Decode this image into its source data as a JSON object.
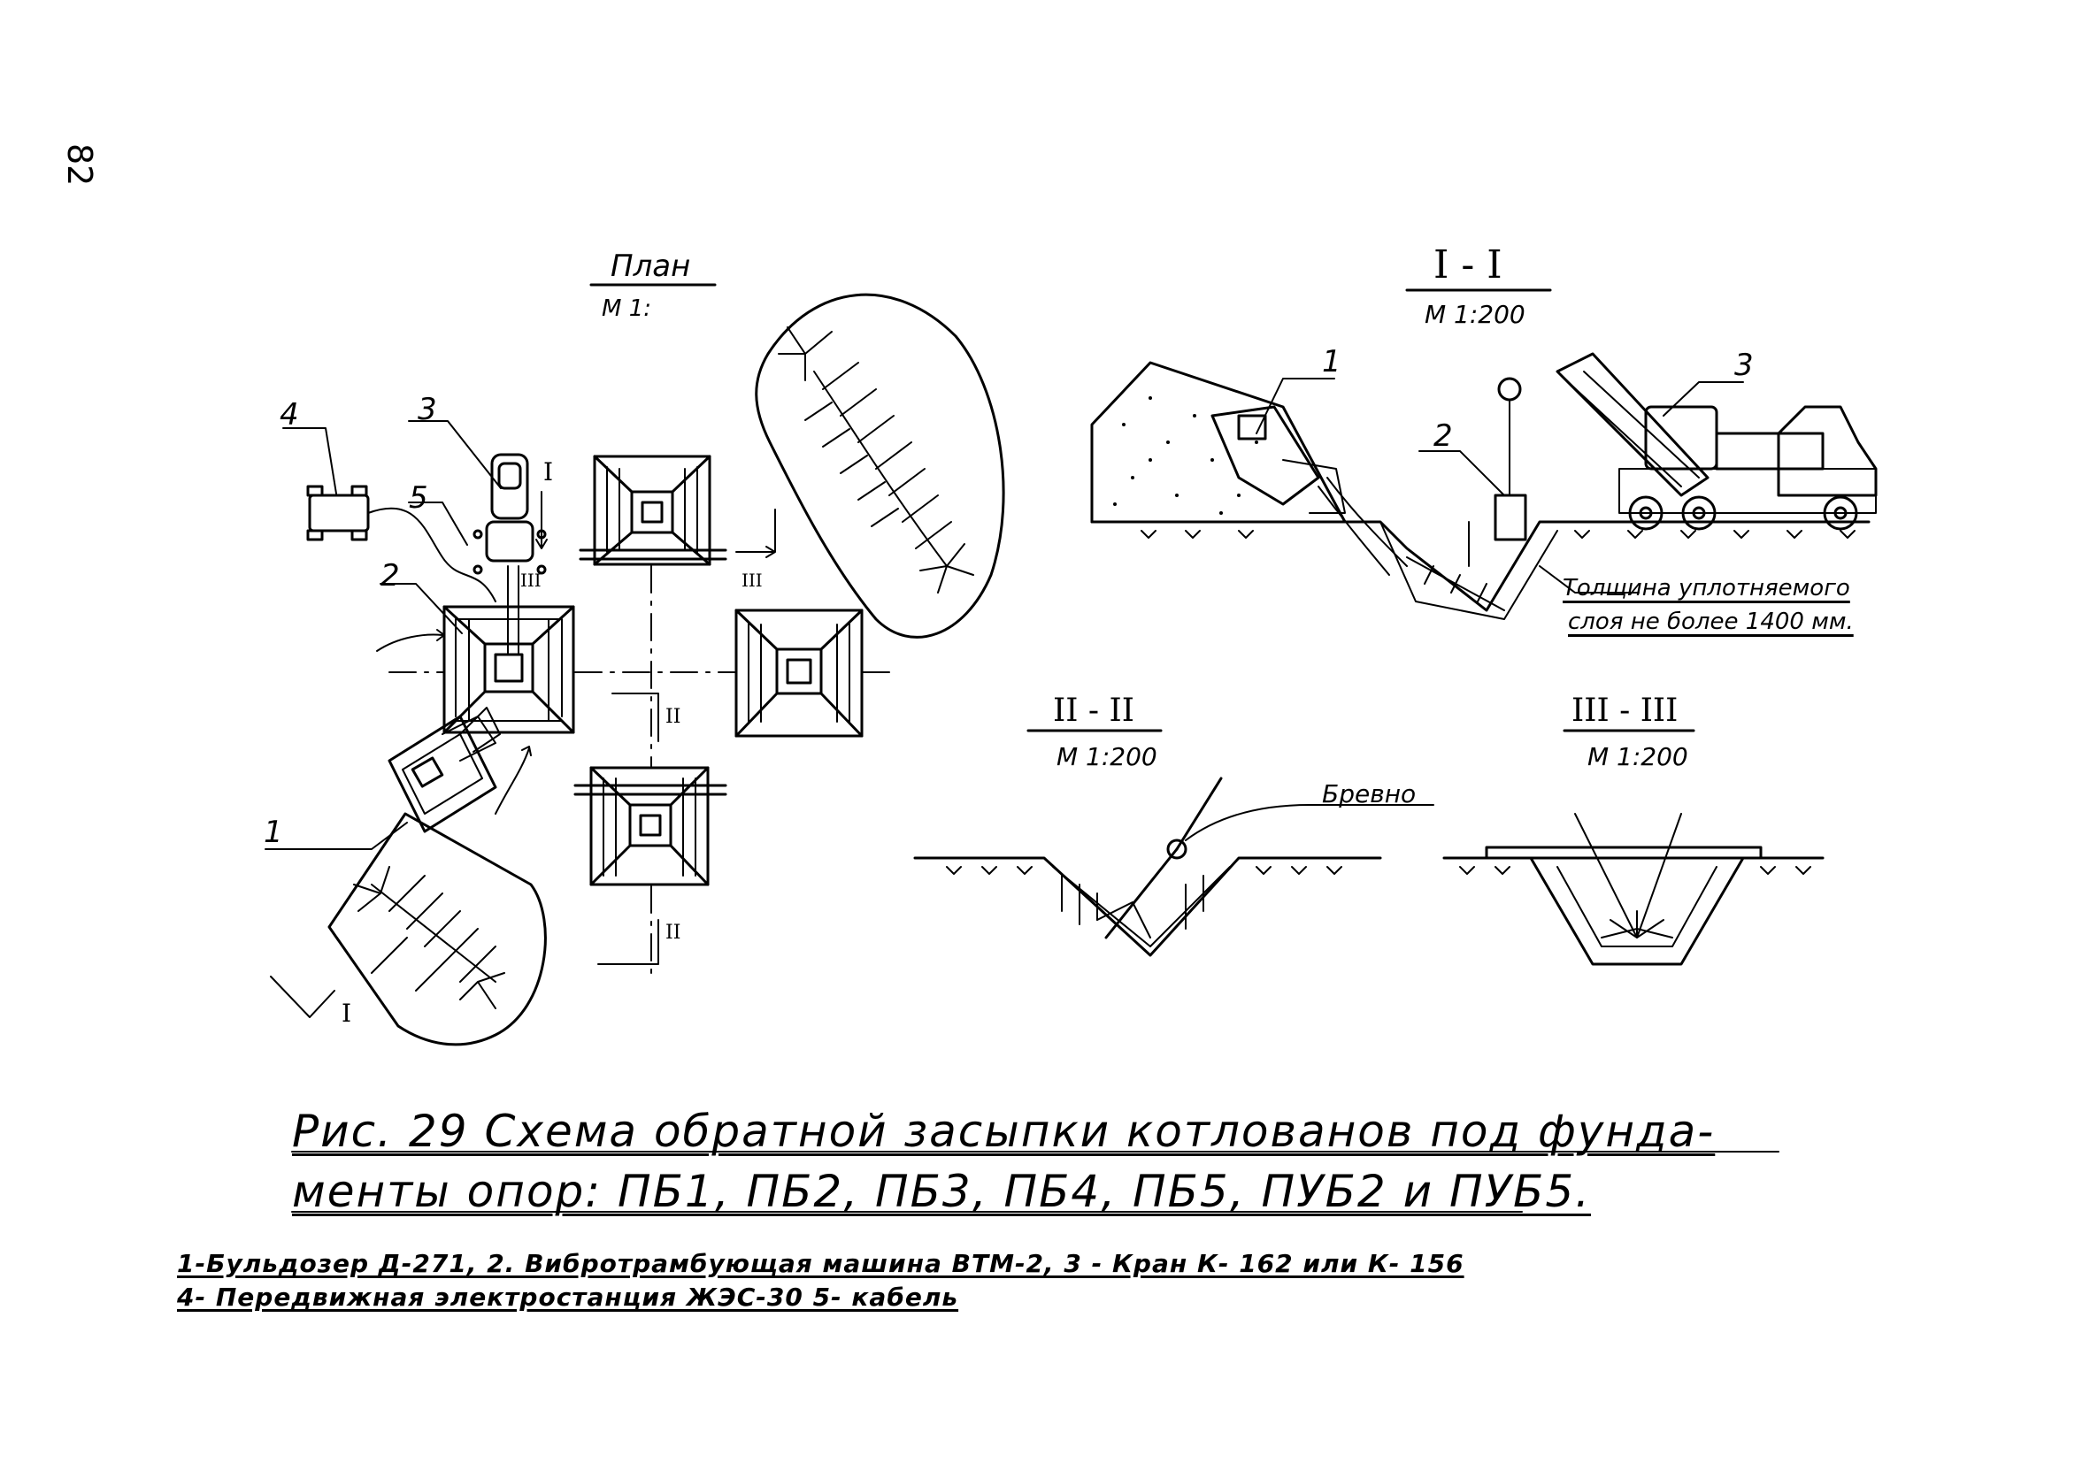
{
  "page_number": "82",
  "plan": {
    "title": "План",
    "scale": "М 1:"
  },
  "section_1": {
    "title": "I - I",
    "scale": "М 1:200",
    "note_line1": "Толщина уплотняемого",
    "note_line2": "слоя не более 1400 мм."
  },
  "section_2": {
    "title": "II - II",
    "scale": "М 1:200"
  },
  "section_3": {
    "title": "III - III",
    "scale": "М 1:200"
  },
  "log_label": "Бревно",
  "callouts": {
    "c1": "1",
    "c2": "2",
    "c3": "3",
    "c4": "4",
    "c5": "5"
  },
  "section_marks": {
    "s1": "I",
    "s2": "II",
    "s3": "III"
  },
  "caption": {
    "line1": "Рис. 29 Схема обратной засыпки котлованов под фунда-",
    "line2": "менты опор: ПБ1, ПБ2, ПБ3, ПБ4, ПБ5, ПУБ2 и ПУБ5."
  },
  "legend": {
    "line1": "1-Бульдозер Д-271, 2. Вибротрамбующая машина ВТМ-2, 3 - Кран К- 162 или К- 156",
    "line2": "4- Передвижная электростанция ЖЭС-30    5- кабель"
  },
  "colors": {
    "ink": "#000000",
    "paper": "#ffffff"
  }
}
